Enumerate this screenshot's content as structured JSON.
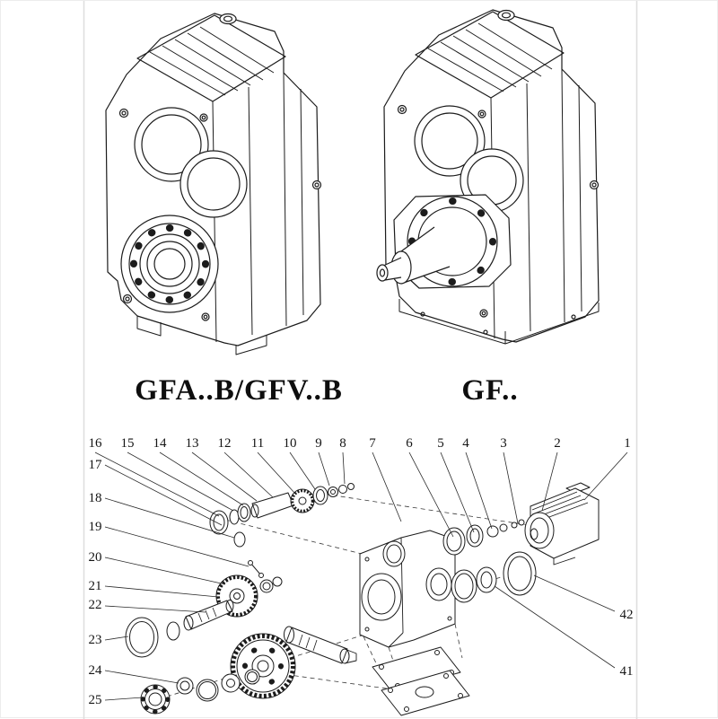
{
  "labels": {
    "left": "GFA..B/GFV..B",
    "right": "GF.."
  },
  "figures": {
    "left": "parallel-shaft-helical-gear-reducer-hollow-shaft-isometric-drawing",
    "right": "parallel-shaft-helical-gear-reducer-flange-output-shaft-isometric-drawing",
    "bottom": "exploded-parts-diagram"
  },
  "exploded_view": {
    "top_numbers": [
      "16",
      "15",
      "14",
      "13",
      "12",
      "11",
      "10",
      "9",
      "8",
      "7",
      "6",
      "5",
      "4",
      "3",
      "2",
      "1"
    ],
    "left_numbers": [
      "17",
      "18",
      "19",
      "20",
      "21",
      "22",
      "23",
      "24",
      "25"
    ],
    "right_numbers": [
      "42",
      "41"
    ]
  },
  "colors": {
    "line": "#1c1c1c",
    "background": "#ffffff"
  }
}
